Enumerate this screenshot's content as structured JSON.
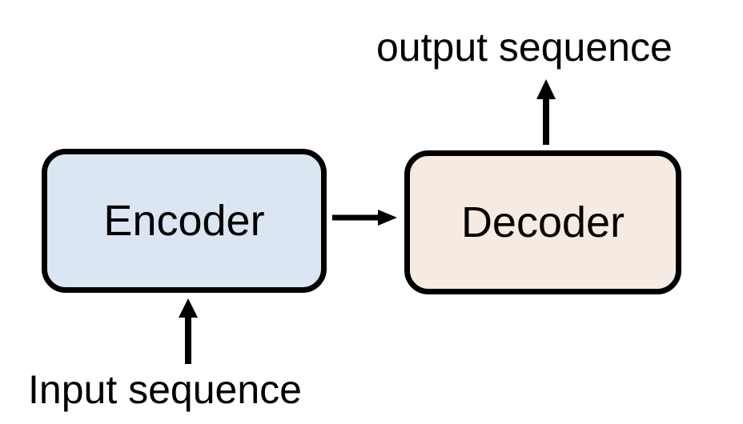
{
  "diagram": {
    "encoder": {
      "label": "Encoder",
      "fill": "#dce6f2"
    },
    "decoder": {
      "label": "Decoder",
      "fill": "#f5ebe2"
    },
    "input_label": "Input sequence",
    "output_label": "output sequence",
    "connections": [
      {
        "from": "input",
        "to": "encoder"
      },
      {
        "from": "encoder",
        "to": "decoder"
      },
      {
        "from": "decoder",
        "to": "output"
      }
    ]
  }
}
